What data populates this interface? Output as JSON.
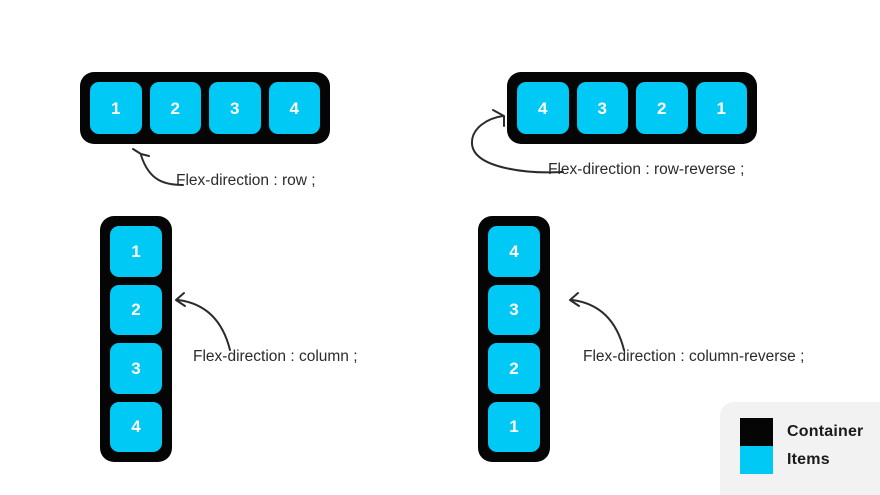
{
  "page": {
    "background": "#ffffff",
    "title": "CSS Flexbox flex-direction illustration"
  },
  "colors": {
    "container": "#050505",
    "item": "#00C9F5",
    "item_label": "#ffffff",
    "text": "#2b2b2b",
    "legend_panel": "#F2F2F2"
  },
  "diagrams": [
    {
      "id": "row",
      "orientation": "row",
      "label": "Flex-direction : row ;",
      "items": [
        "1",
        "2",
        "3",
        "4"
      ],
      "arrow": "curved-arrow-up-left-icon"
    },
    {
      "id": "row-reverse",
      "orientation": "row",
      "label": "Flex-direction : row-reverse ;",
      "items": [
        "4",
        "3",
        "2",
        "1"
      ],
      "arrow": "curved-arrow-up-left-icon"
    },
    {
      "id": "column",
      "orientation": "column",
      "label": "Flex-direction : column ;",
      "items": [
        "1",
        "2",
        "3",
        "4"
      ],
      "arrow": "curved-arrow-left-icon"
    },
    {
      "id": "column-reverse",
      "orientation": "column",
      "label": "Flex-direction : column-reverse ;",
      "items": [
        "4",
        "3",
        "2",
        "1"
      ],
      "arrow": "curved-arrow-left-icon"
    }
  ],
  "legend": {
    "entries": [
      {
        "label": "Container",
        "swatch": "#050505"
      },
      {
        "label": "Items",
        "swatch": "#00C9F5"
      }
    ]
  }
}
